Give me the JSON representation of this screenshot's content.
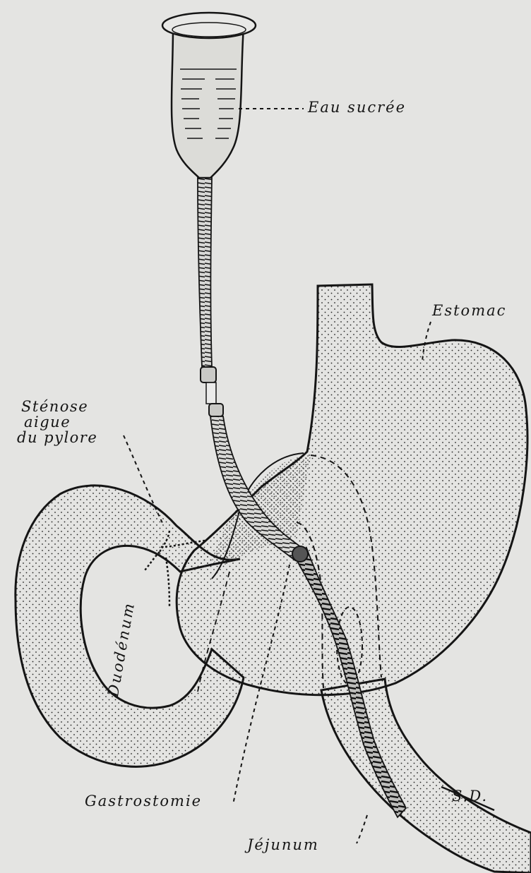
{
  "labels": {
    "eau_sucree": "Eau sucrée",
    "estomac": "Estomac",
    "stenose_line1": "Sténose",
    "stenose_line2": "aigue",
    "stenose_line3": "du pylore",
    "duodenum": "Duodénum",
    "gastrostomie": "Gastrostomie",
    "jejunum": "Jéjunum",
    "sd": "S.D."
  },
  "colors": {
    "paper": "#e4e4e2",
    "ink": "#151515"
  }
}
